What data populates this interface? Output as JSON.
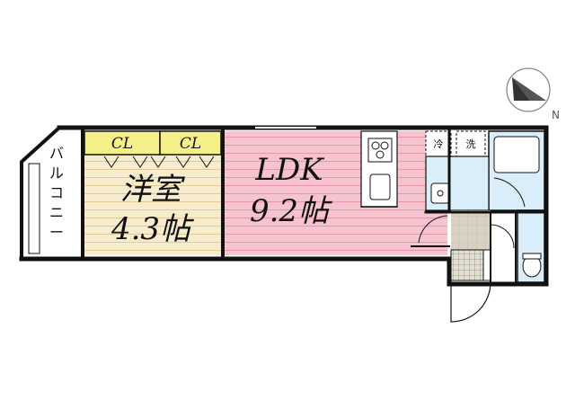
{
  "compass": {
    "label": "N",
    "icon": "north-arrow-icon"
  },
  "rooms": {
    "western_room": {
      "name": "洋室",
      "size": "4.3帖"
    },
    "ldk": {
      "name": "LDK",
      "size": "9.2帖"
    },
    "closet_left": {
      "label": "CL"
    },
    "closet_right": {
      "label": "CL"
    },
    "balcony": {
      "label": "バルコニー"
    }
  },
  "fixtures": {
    "fridge": {
      "label": "冷"
    },
    "washer": {
      "label": "洗"
    }
  },
  "colors": {
    "ldk_fill": "#f4b8c6",
    "ldk_stripe": "#e896a8",
    "western_fill": "#f7e9c6",
    "western_stripe": "#e6cf9c",
    "closet_fill": "#f6f08a",
    "wet_fill": "#d9eef9",
    "entrance_fill": "#d6cfbe",
    "tile_fill": "#d8d2c4",
    "wall": "#111111"
  }
}
